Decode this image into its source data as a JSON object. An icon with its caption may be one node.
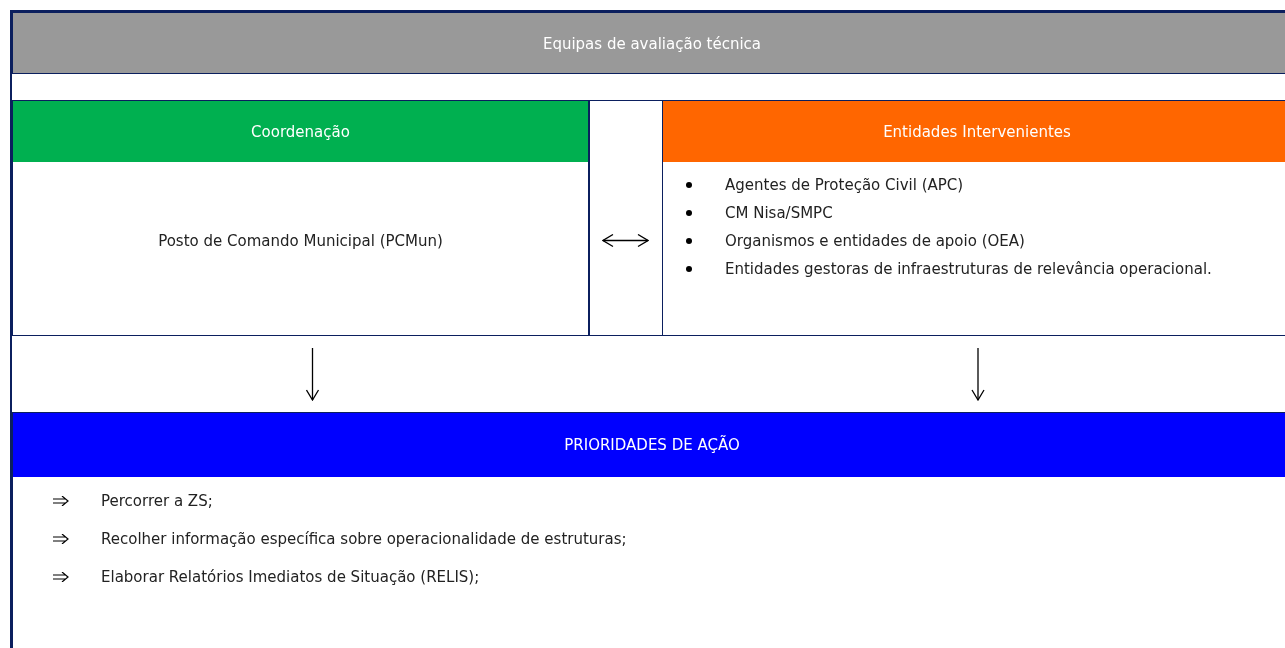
{
  "diagram": {
    "nodes": [
      {
        "text": [
          "Equipas de avaliação técnica"
        ]
      },
      {
        "text": [
          "Coordenação",
          "Posto de Comando Municipal (PCMun)"
        ]
      },
      {
        "text": [
          "Entidades Intervenientes",
          "Agentes de Proteção Civil (APC)",
          "CM Nisa/SMPC",
          "Organismos e entidades de apoio (OEA)",
          "Entidades gestoras de infraestruturas de relevância operacional."
        ]
      },
      {
        "text": [
          "PRIORIDADES DE AÇÃO",
          "Percorrer a ZS;",
          "Recolher informação específica sobre operacionalidade de estruturas;",
          "Elaborar Relatórios Imediatos de Situação (RELIS);"
        ]
      }
    ],
    "edges": [
      {
        "from": 1,
        "to": 2,
        "arrow": "both"
      },
      {
        "from": 1,
        "to": 3,
        "arrow": "to"
      },
      {
        "from": 2,
        "to": 3,
        "arrow": "to"
      }
    ]
  }
}
